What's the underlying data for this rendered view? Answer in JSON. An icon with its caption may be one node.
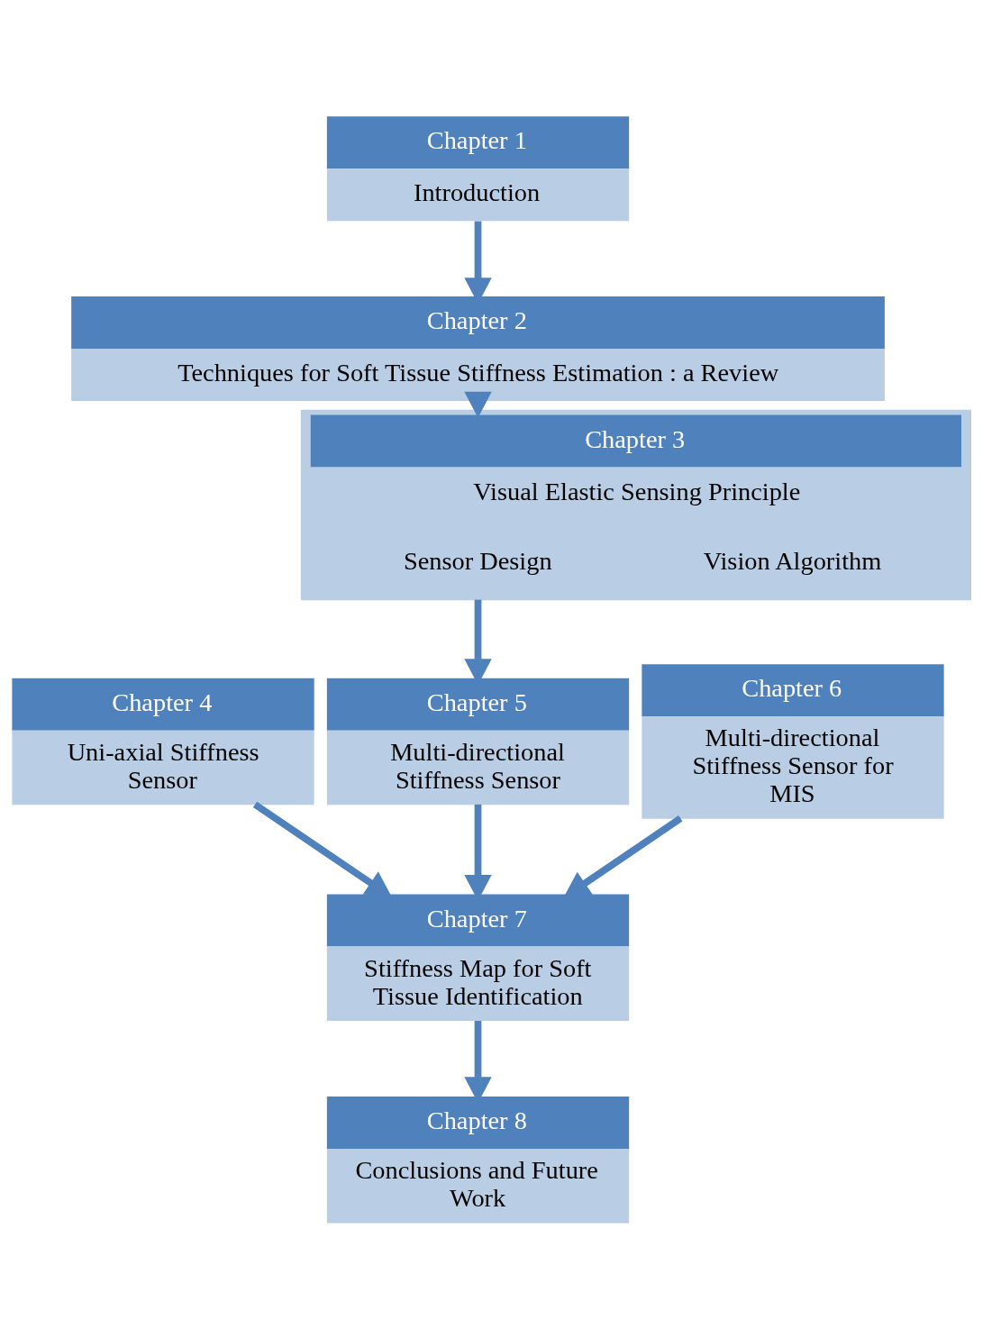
{
  "diagram": {
    "nodes": [
      {
        "text": [
          "Chapter 1",
          "Introduction"
        ]
      },
      {
        "text": [
          "Chapter 2",
          "Techniques for Soft Tissue Stiffness Estimation : a Review"
        ]
      },
      {
        "text": [
          "Chapter 3",
          "Visual Elastic Sensing Principle"
        ]
      },
      {
        "text": [
          "Sensor Design"
        ],
        "in": 2
      },
      {
        "text": [
          "Vision Algorithm"
        ],
        "in": 2
      },
      {
        "text": [
          "Chapter 4",
          "Uni-axial Stiffness Sensor"
        ]
      },
      {
        "text": [
          "Chapter 5",
          "Multi-directional Stiffness Sensor"
        ]
      },
      {
        "text": [
          "Chapter 6",
          "Multi-directional Stiffness Sensor for MIS"
        ]
      },
      {
        "text": [
          "Chapter 7",
          "Stiffness Map for Soft Tissue Identification"
        ]
      },
      {
        "text": [
          "Chapter 8",
          "Conclusions and Future Work"
        ]
      }
    ],
    "edges": [
      {
        "from": 0,
        "to": 1,
        "arrow": "to"
      },
      {
        "from": 1,
        "to": 2,
        "arrow": "to"
      },
      {
        "from": 2,
        "to": 6,
        "arrow": "to"
      },
      {
        "from": 5,
        "to": 8,
        "arrow": "to"
      },
      {
        "from": 6,
        "to": 8,
        "arrow": "to"
      },
      {
        "from": 7,
        "to": 8,
        "arrow": "to"
      },
      {
        "from": 8,
        "to": 9,
        "arrow": "to"
      }
    ]
  }
}
